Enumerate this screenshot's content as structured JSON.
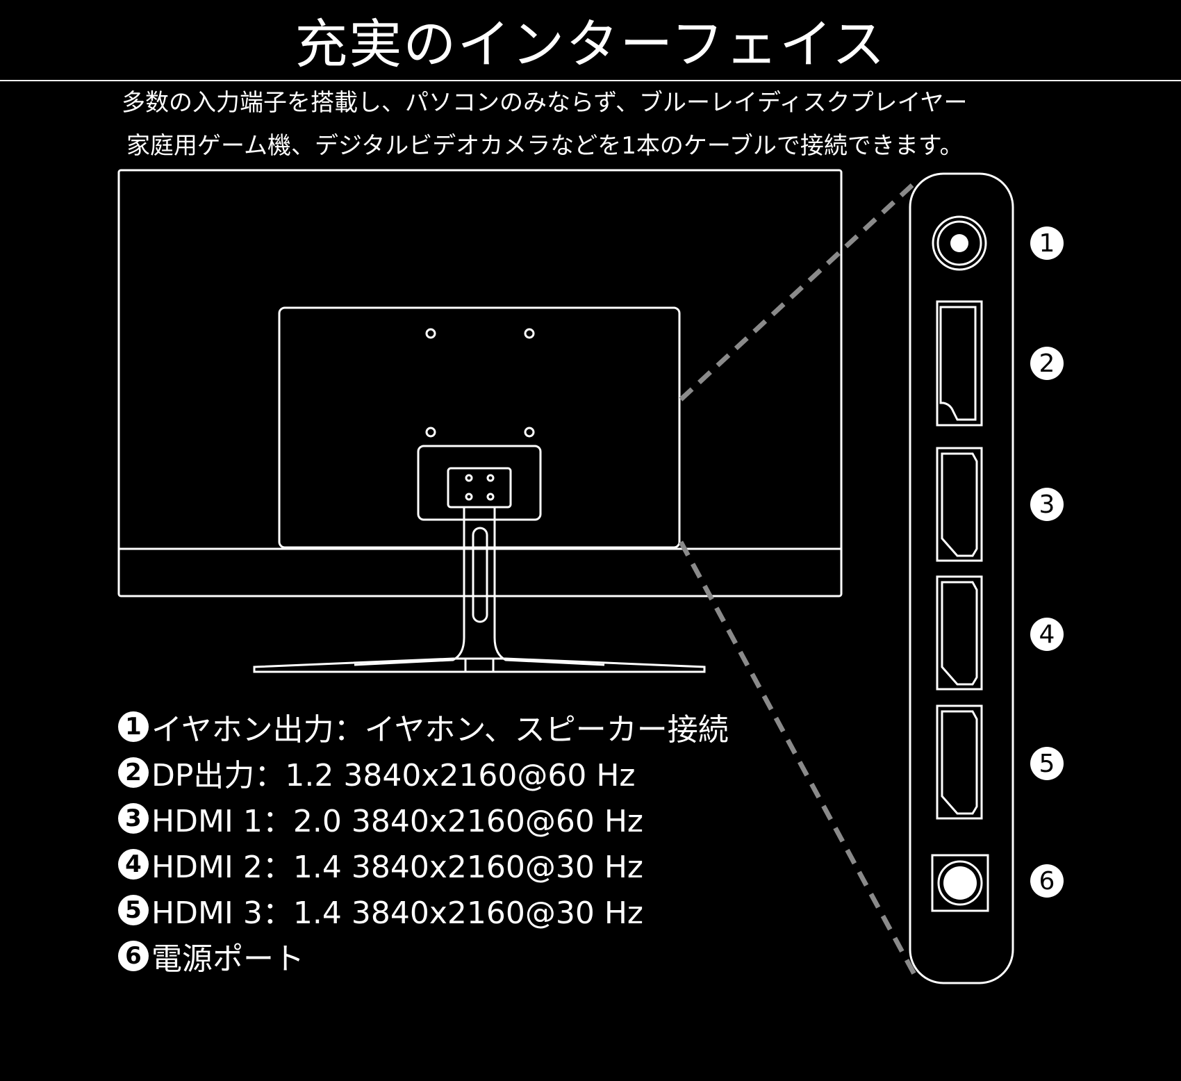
{
  "title": "充実のインターフェイス",
  "description": [
    "多数の入力端子を搭載し、パソコンのみならず、ブルーレイディスクプレイヤー",
    "家庭用ゲーム機、デジタルビデオカメラなどを1本のケーブルで接続できます。"
  ],
  "specs": [
    {
      "num": "1",
      "text": "イヤホン出力：イヤホン、スピーカー接続"
    },
    {
      "num": "2",
      "text": "DP出力：1.2 3840x2160@60 Hz"
    },
    {
      "num": "3",
      "text": "HDMI 1：2.0 3840x2160@60 Hz"
    },
    {
      "num": "4",
      "text": "HDMI 2：1.4 3840x2160@30 Hz"
    },
    {
      "num": "5",
      "text": "HDMI 3：1.4 3840x2160@30 Hz"
    },
    {
      "num": "6",
      "text": "電源ポート"
    }
  ],
  "port_labels": [
    "1",
    "2",
    "3",
    "4",
    "5",
    "6"
  ],
  "colors": {
    "background": "#000000",
    "line": "#ffffff",
    "dash": "#8a8a8a"
  }
}
